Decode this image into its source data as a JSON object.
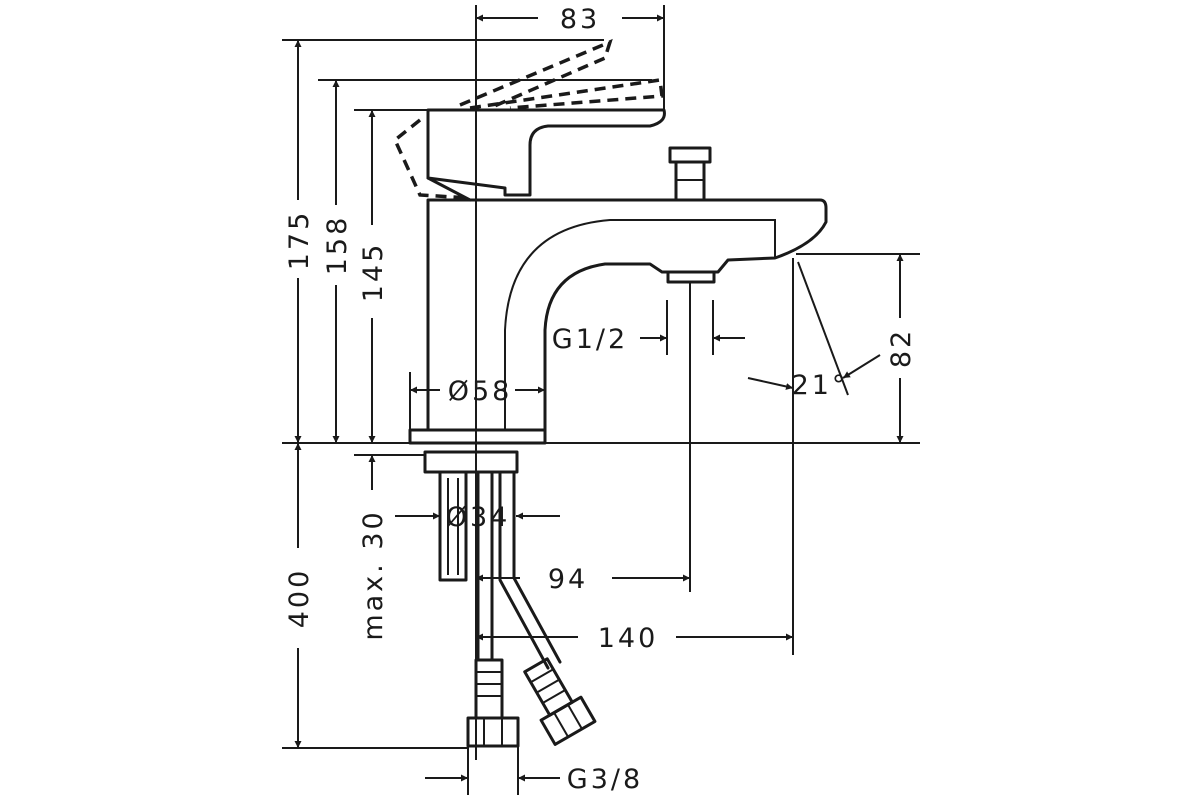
{
  "labels": {
    "width_83": "83",
    "height_175": "175",
    "height_158": "158",
    "height_145": "145",
    "height_82": "82",
    "thread_g12": "G1/2",
    "angle_21": "21°",
    "diameter_58": "Ø58",
    "diameter_34": "Ø34",
    "max_30": "max. 30",
    "length_400": "400",
    "offset_94": "94",
    "offset_140": "140",
    "thread_g38": "G3/8"
  },
  "colors": {
    "line": "#1a1a1a",
    "background": "#ffffff"
  }
}
